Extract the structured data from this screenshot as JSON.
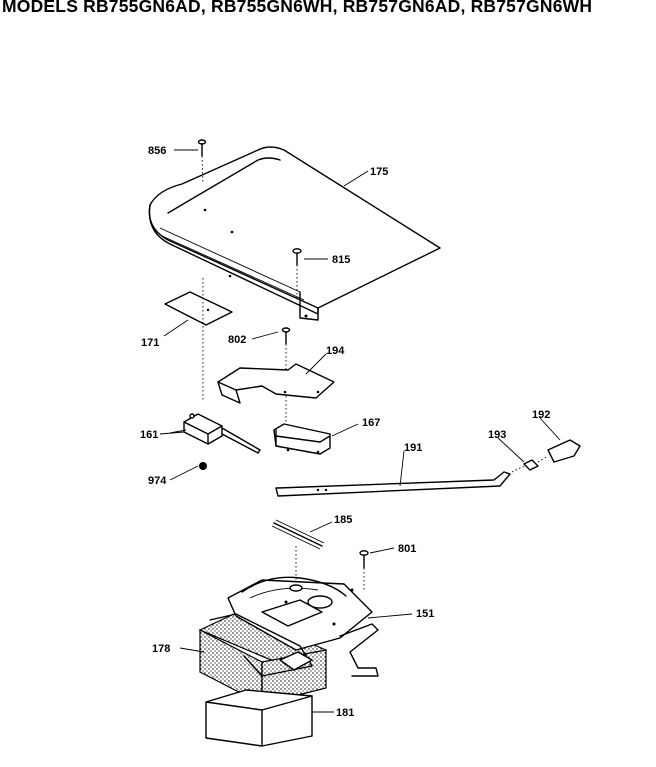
{
  "title": "MODELS RB755GN6AD, RB755GN6WH, RB757GN6AD, RB757GN6WH",
  "parts": {
    "p856": "856",
    "p175": "175",
    "p815": "815",
    "p171": "171",
    "p802": "802",
    "p194": "194",
    "p161": "161",
    "p167": "167",
    "p191": "191",
    "p193": "193",
    "p192": "192",
    "p974": "974",
    "p185": "185",
    "p801": "801",
    "p151": "151",
    "p178": "178",
    "p181": "181"
  }
}
